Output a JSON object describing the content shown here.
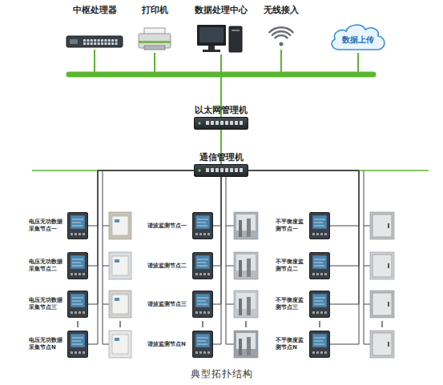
{
  "diagram": {
    "caption": "典型拓扑结构",
    "nodes": [
      {
        "text": [
          "中枢处理器"
        ]
      },
      {
        "text": [
          "打印机"
        ]
      },
      {
        "text": [
          "数据处理中心"
        ]
      },
      {
        "text": [
          "无线接入"
        ]
      },
      {
        "text": [
          "数据上传"
        ]
      },
      {
        "text": [
          "以太网管理机"
        ]
      },
      {
        "text": [
          "通信管理机"
        ]
      },
      {
        "text": [
          "电压无功数据采集节点一"
        ]
      },
      {
        "text": [
          "电压无功数据采集节点二"
        ]
      },
      {
        "text": [
          "电压无功数据采集节点三"
        ]
      },
      {
        "text": [
          "电压无功数据采集节点N"
        ]
      },
      {
        "text": [
          "谐波监测节点一"
        ]
      },
      {
        "text": [
          "谐波监测节点二"
        ]
      },
      {
        "text": [
          "谐波监测节点三"
        ]
      },
      {
        "text": [
          "谐波监测节点N"
        ]
      },
      {
        "text": [
          "不平衡度监测节点一"
        ]
      },
      {
        "text": [
          "不平衡度监测节点二"
        ]
      },
      {
        "text": [
          "不平衡度监测节点三"
        ]
      },
      {
        "text": [
          "不平衡度监测节点N"
        ]
      }
    ],
    "edges": [
      {
        "from": 0,
        "to": 5,
        "arrow": "none"
      },
      {
        "from": 1,
        "to": 5,
        "arrow": "none"
      },
      {
        "from": 2,
        "to": 5,
        "arrow": "none"
      },
      {
        "from": 3,
        "to": 5,
        "arrow": "none"
      },
      {
        "from": 4,
        "to": 5,
        "arrow": "none"
      },
      {
        "from": 5,
        "to": 6,
        "arrow": "none"
      },
      {
        "from": 6,
        "to": 7,
        "arrow": "none"
      },
      {
        "from": 6,
        "to": 8,
        "arrow": "none"
      },
      {
        "from": 6,
        "to": 9,
        "arrow": "none"
      },
      {
        "from": 6,
        "to": 10,
        "arrow": "none"
      },
      {
        "from": 6,
        "to": 11,
        "arrow": "none"
      },
      {
        "from": 6,
        "to": 12,
        "arrow": "none"
      },
      {
        "from": 6,
        "to": 13,
        "arrow": "none"
      },
      {
        "from": 6,
        "to": 14,
        "arrow": "none"
      },
      {
        "from": 6,
        "to": 15,
        "arrow": "none"
      },
      {
        "from": 6,
        "to": 16,
        "arrow": "none"
      },
      {
        "from": 6,
        "to": 17,
        "arrow": "none"
      },
      {
        "from": 6,
        "to": 18,
        "arrow": "none"
      }
    ]
  }
}
